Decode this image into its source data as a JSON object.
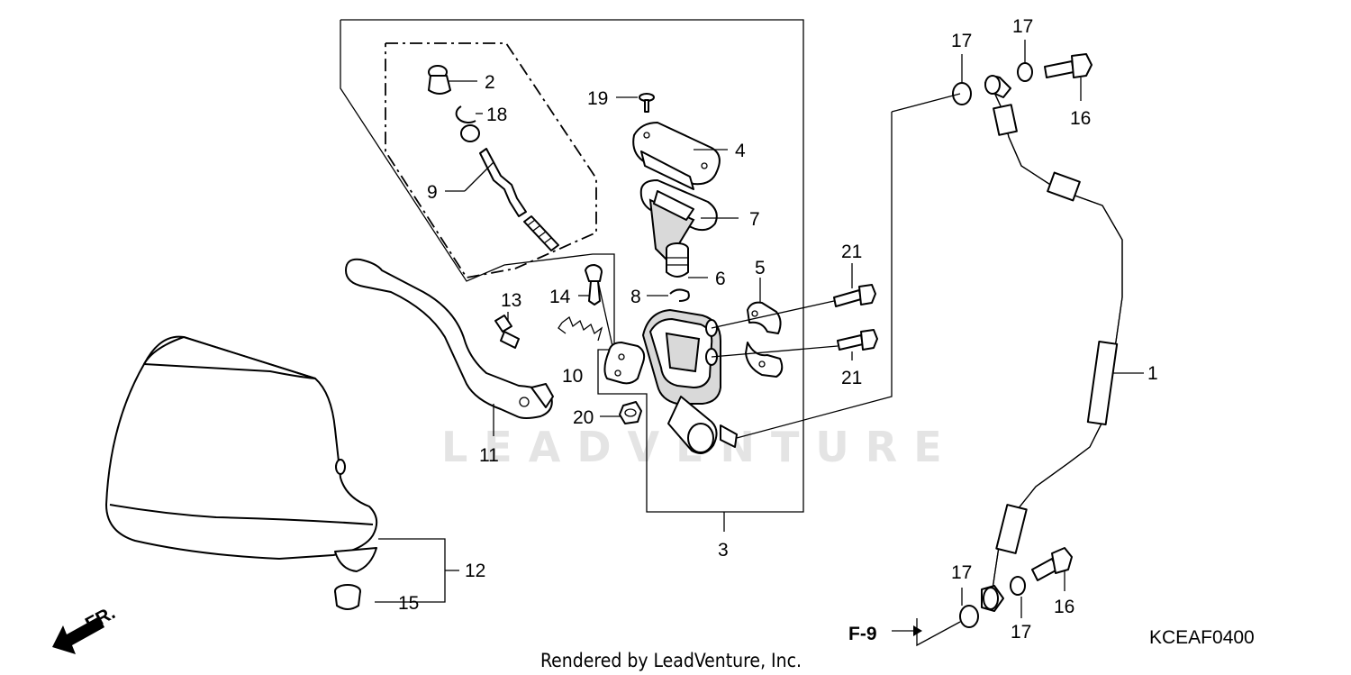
{
  "diagram_code": "KCEAF0400",
  "reference_label": "F-9",
  "direction_label": "FR.",
  "footer_text": "Rendered by LeadVenture, Inc.",
  "watermark_text": "LEADVENTURE",
  "callouts": [
    {
      "id": "c1",
      "label": "1"
    },
    {
      "id": "c2",
      "label": "2"
    },
    {
      "id": "c3",
      "label": "3"
    },
    {
      "id": "c4",
      "label": "4"
    },
    {
      "id": "c5",
      "label": "5"
    },
    {
      "id": "c6",
      "label": "6"
    },
    {
      "id": "c7",
      "label": "7"
    },
    {
      "id": "c8",
      "label": "8"
    },
    {
      "id": "c9",
      "label": "9"
    },
    {
      "id": "c10",
      "label": "10"
    },
    {
      "id": "c11",
      "label": "11"
    },
    {
      "id": "c12",
      "label": "12"
    },
    {
      "id": "c13",
      "label": "13"
    },
    {
      "id": "c14",
      "label": "14"
    },
    {
      "id": "c15",
      "label": "15"
    },
    {
      "id": "c16a",
      "label": "16"
    },
    {
      "id": "c16b",
      "label": "16"
    },
    {
      "id": "c17a",
      "label": "17"
    },
    {
      "id": "c17b",
      "label": "17"
    },
    {
      "id": "c17c",
      "label": "17"
    },
    {
      "id": "c17d",
      "label": "17"
    },
    {
      "id": "c18",
      "label": "18"
    },
    {
      "id": "c19",
      "label": "19"
    },
    {
      "id": "c20",
      "label": "20"
    },
    {
      "id": "c21a",
      "label": "21"
    },
    {
      "id": "c21b",
      "label": "21"
    }
  ]
}
